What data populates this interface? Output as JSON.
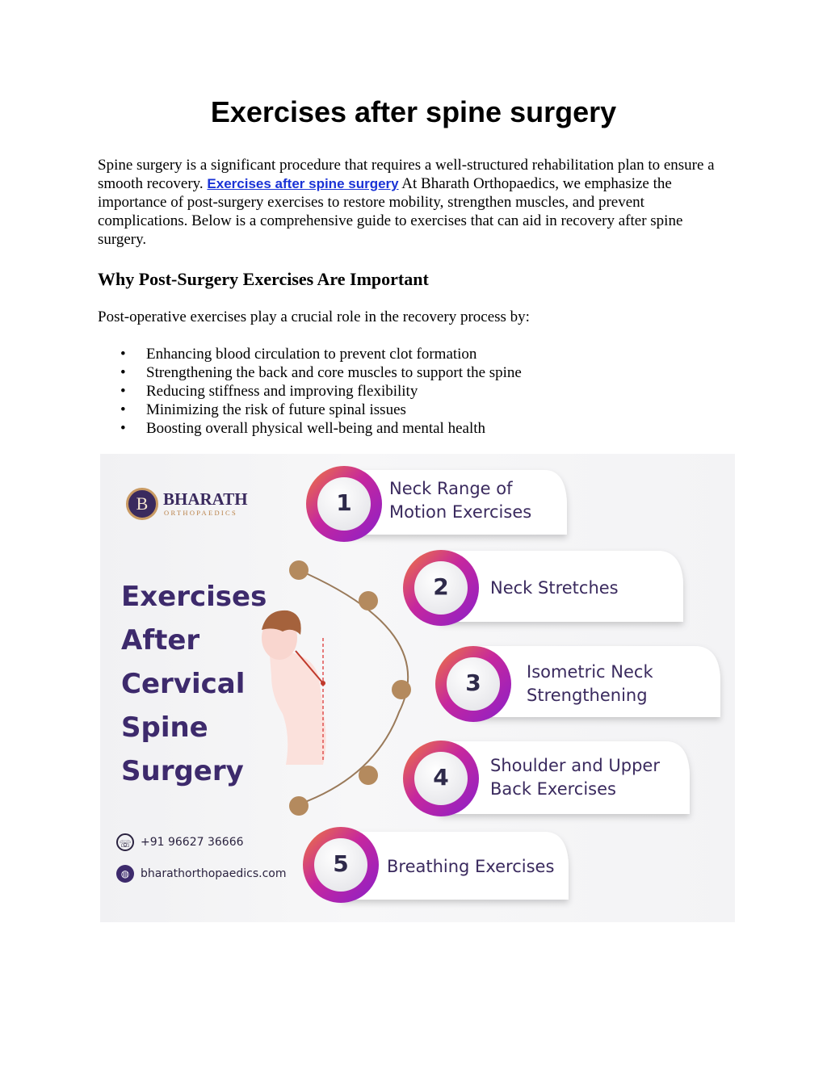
{
  "page": {
    "title": "Exercises after spine surgery"
  },
  "intro": {
    "text_before": "Spine surgery is a significant procedure that requires a well-structured rehabilitation plan to ensure a smooth recovery. ",
    "link_text": "Exercises after spine surgery",
    "text_after": " At Bharath Orthopaedics, we emphasize the importance of post-surgery exercises to restore mobility, strengthen muscles, and prevent complications. Below is a comprehensive guide to exercises that can aid in recovery after spine surgery."
  },
  "section": {
    "heading": "Why Post-Surgery Exercises Are Important",
    "lead": "Post-operative exercises play a crucial role in the recovery process by:",
    "bullets": [
      "Enhancing blood circulation to prevent clot formation",
      "Strengthening the back and core muscles to support the spine",
      "Reducing stiffness and improving flexibility",
      "Minimizing the risk of future spinal issues",
      "Boosting overall physical well-being and mental health"
    ]
  },
  "infographic": {
    "logo_letter": "B",
    "logo_name": "BHARATH",
    "logo_sub": "ORTHOPAEDICS",
    "title_lines": [
      "Exercises",
      "After",
      "Cervical",
      "Spine",
      "Surgery"
    ],
    "phone": "+91 96627 36666",
    "website": "bharathorthopaedics.com",
    "colors": {
      "accent_purple": "#a11fc9",
      "accent_orange": "#f07a3a",
      "title": "#3d2a6c",
      "bead": "#b48a5e"
    },
    "steps": [
      {
        "number": "1",
        "label_lines": [
          "Neck Range of",
          "Motion Exercises"
        ]
      },
      {
        "number": "2",
        "label_lines": [
          "Neck Stretches"
        ]
      },
      {
        "number": "3",
        "label_lines": [
          "Isometric Neck",
          "Strengthening"
        ]
      },
      {
        "number": "4",
        "label_lines": [
          "Shoulder and Upper",
          "Back Exercises"
        ]
      },
      {
        "number": "5",
        "label_lines": [
          "Breathing Exercises"
        ]
      }
    ]
  }
}
